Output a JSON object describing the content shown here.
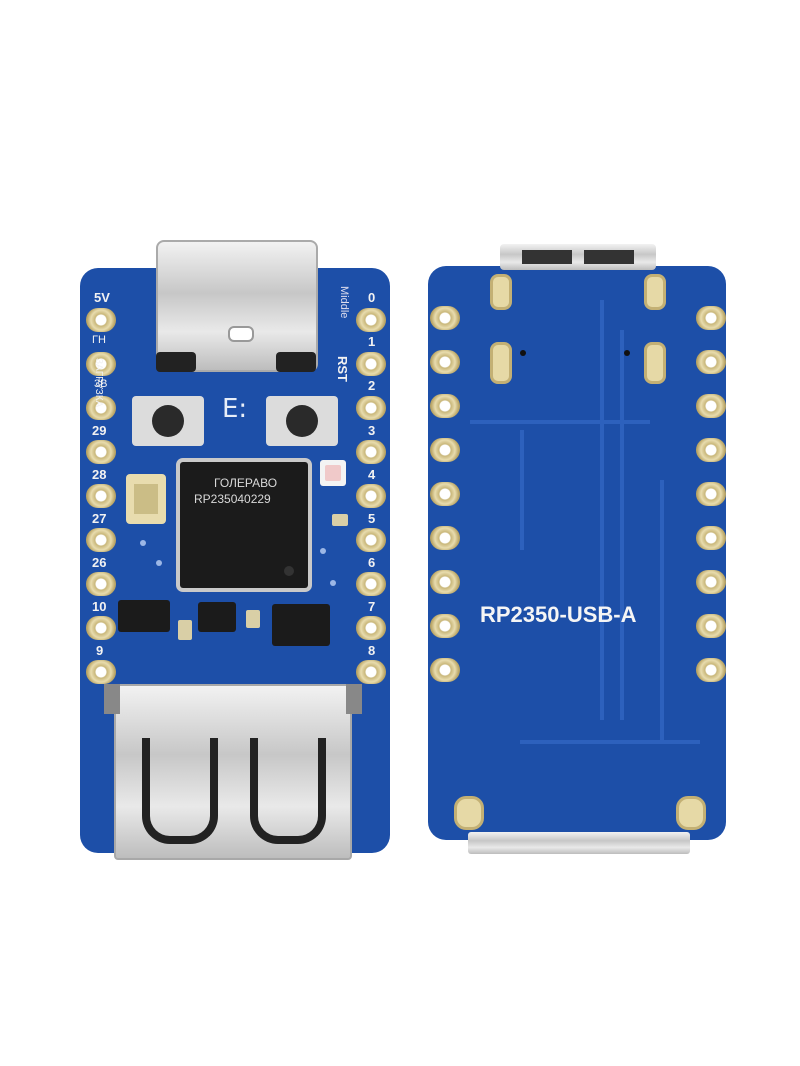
{
  "left_board": {
    "left_labels": [
      "5V",
      "ГН",
      "3В",
      "29",
      "28",
      "27",
      "26",
      "10",
      "9"
    ],
    "right_labels": [
      "0",
      "1",
      "2",
      "3",
      "4",
      "5",
      "6",
      "7",
      "8"
    ],
    "boot_label": "ЗАГРУЗКА",
    "middle_label": "Middle",
    "rst_label": "RST",
    "e_mark": "E:",
    "chip_line1": "ГОЛЕРАВО",
    "chip_line2": "RP235040229"
  },
  "right_board": {
    "silkscreen": "RP2350-USB-A"
  },
  "colors": {
    "pcb": "#1d4fa8",
    "gold_pad": "#d8c890",
    "chip": "#1b1b1b"
  }
}
